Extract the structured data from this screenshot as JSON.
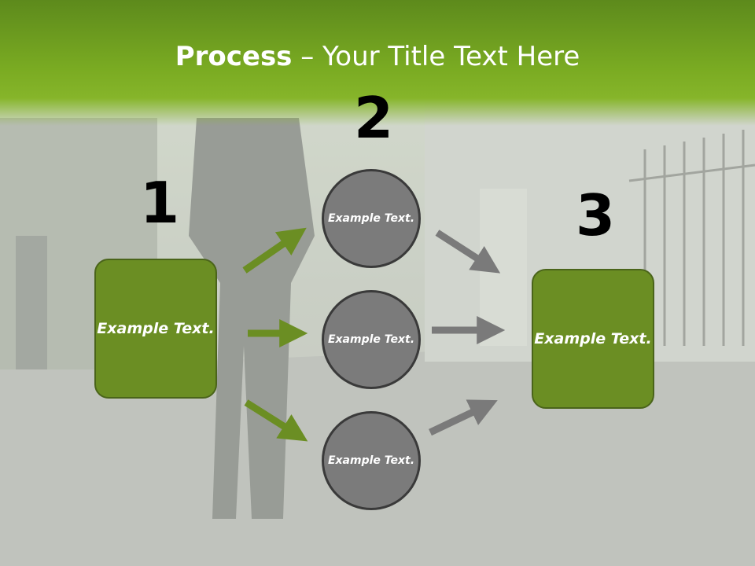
{
  "title": {
    "bold": "Process",
    "rest": " – Your Title Text Here"
  },
  "numbers": [
    "1",
    "2",
    "3"
  ],
  "left_box": "Example Text.",
  "circles": [
    "Example Text.",
    "Example Text.",
    "Example Text."
  ],
  "right_box": "Example Text.",
  "colors": {
    "header_green": "#7aab22",
    "box_green": "#6b8e23",
    "arrow_green": "#6b8e23",
    "circle_gray": "#7b7b7b",
    "arrow_gray": "#7a7a7a"
  }
}
